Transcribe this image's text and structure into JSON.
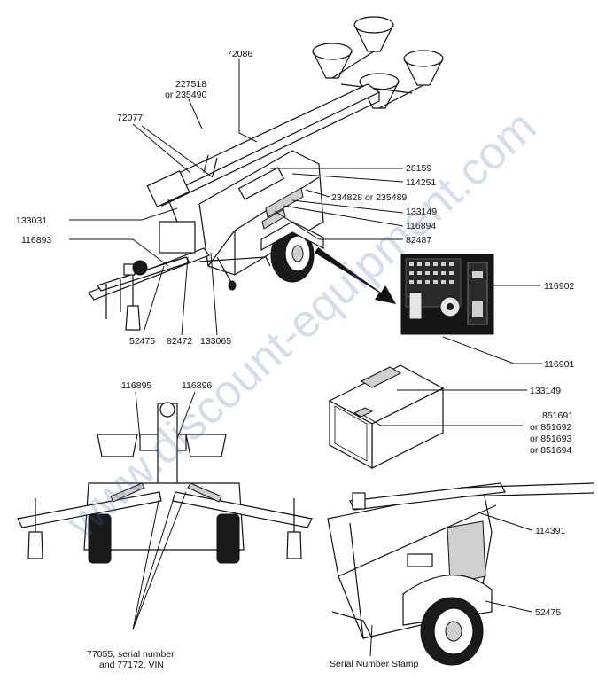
{
  "watermark": "www.discount-equipment.com",
  "top_view": {
    "labels": {
      "p72086": "72086",
      "p227518": "227518",
      "p235490": "or 235490",
      "p72077": "72077",
      "p28159": "28159",
      "p114251": "114251",
      "p234828": "234828  or  235489",
      "p133149a": "133149",
      "p116894": "116894",
      "p82487": "82487",
      "p133031": "133031",
      "p116893": "116893",
      "p116902": "116902",
      "p116901": "116901",
      "p52475a": "52475",
      "p82472": "82472",
      "p133065": "133065"
    }
  },
  "rear_view": {
    "labels": {
      "p116895": "116895",
      "p116896": "116896",
      "serial_1": "77055, serial number",
      "serial_2": "and 77172, VIN"
    }
  },
  "box_view": {
    "labels": {
      "p133149b": "133149",
      "p851691": "851691",
      "p851692": "or 851692",
      "p851693": "or 851693",
      "p851694": "or 851694"
    }
  },
  "side_view": {
    "labels": {
      "p114391": "114391",
      "p52475b": "52475",
      "stamp": "Serial Number Stamp"
    }
  }
}
